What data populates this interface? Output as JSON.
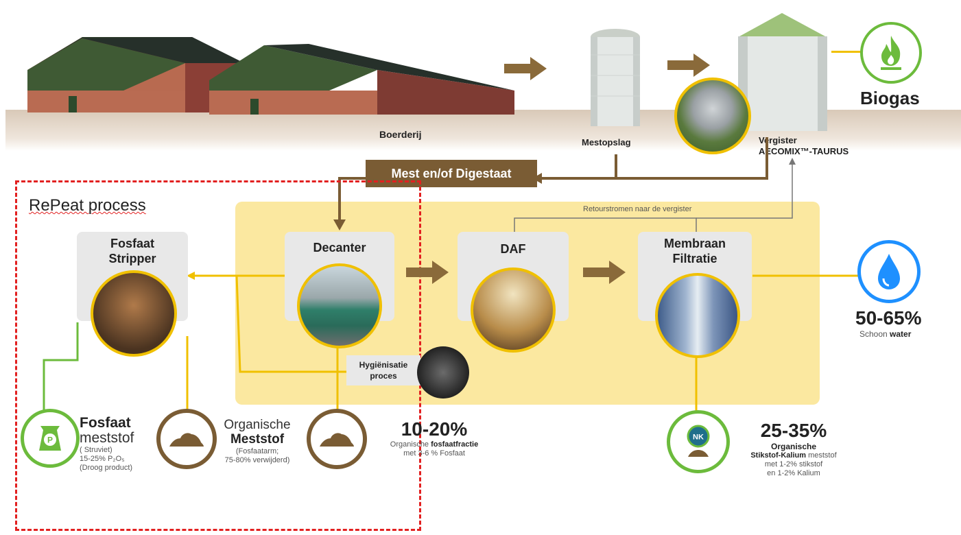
{
  "top": {
    "farm_label": "Boerderij",
    "storage_label": "Mestopslag",
    "digester_label_1": "Vergister",
    "digester_label_2": "AECOMIX™-TAURUS",
    "biogas_label": "Biogas"
  },
  "manure_bar": "Mest en/of Digestaat",
  "return_label": "Retourstromen naar de vergister",
  "repeat_title": "RePeat process",
  "steps": {
    "stripper": "Fosfaat Stripper",
    "decanter": "Decanter",
    "daf": "DAF",
    "membrane": "Membraan Filtratie",
    "hygiene": "Hygiënisatie proces"
  },
  "outputs": {
    "water": {
      "pct": "50-65%",
      "desc_1": "Schoon",
      "desc_2": "water"
    },
    "phosphate_fert": {
      "title_1": "Fosfaat",
      "title_2": "meststof",
      "line_1": "( Struviet)",
      "line_2": "15-25% P₂O₅",
      "line_3": "(Droog product)",
      "icon_letter": "P"
    },
    "organic_fert": {
      "title_1": "Organische",
      "title_2": "Meststof",
      "line_1": "(Fosfaatarm;",
      "line_2": "75-80% verwijderd)"
    },
    "phosphate_fraction": {
      "pct": "10-20%",
      "line_1a": "Organische",
      "line_1b": "fosfaatfractie",
      "line_2": "met 3-6 % Fosfaat"
    },
    "nk": {
      "pct": "25-35%",
      "line_1": "Organische",
      "line_2a": "Stikstof-Kalium",
      "line_2b": "meststof",
      "line_3": "met 1-2% stikstof",
      "line_4": "en 1-2% Kalium",
      "icon_letters": "NK"
    }
  },
  "colors": {
    "brown": "#7a5c34",
    "yellow_line": "#f0c000",
    "green": "#6cbb3c",
    "water_blue": "#1e90ff",
    "red_dash": "#e22020",
    "panel": "#fbe8a0"
  },
  "icons": {
    "biogas": "flame-icon",
    "water": "water-drop-icon",
    "phosphate_bag": "fertilizer-bag-icon",
    "organic": "manure-pile-icon",
    "nk": "nk-fertilizer-icon"
  }
}
